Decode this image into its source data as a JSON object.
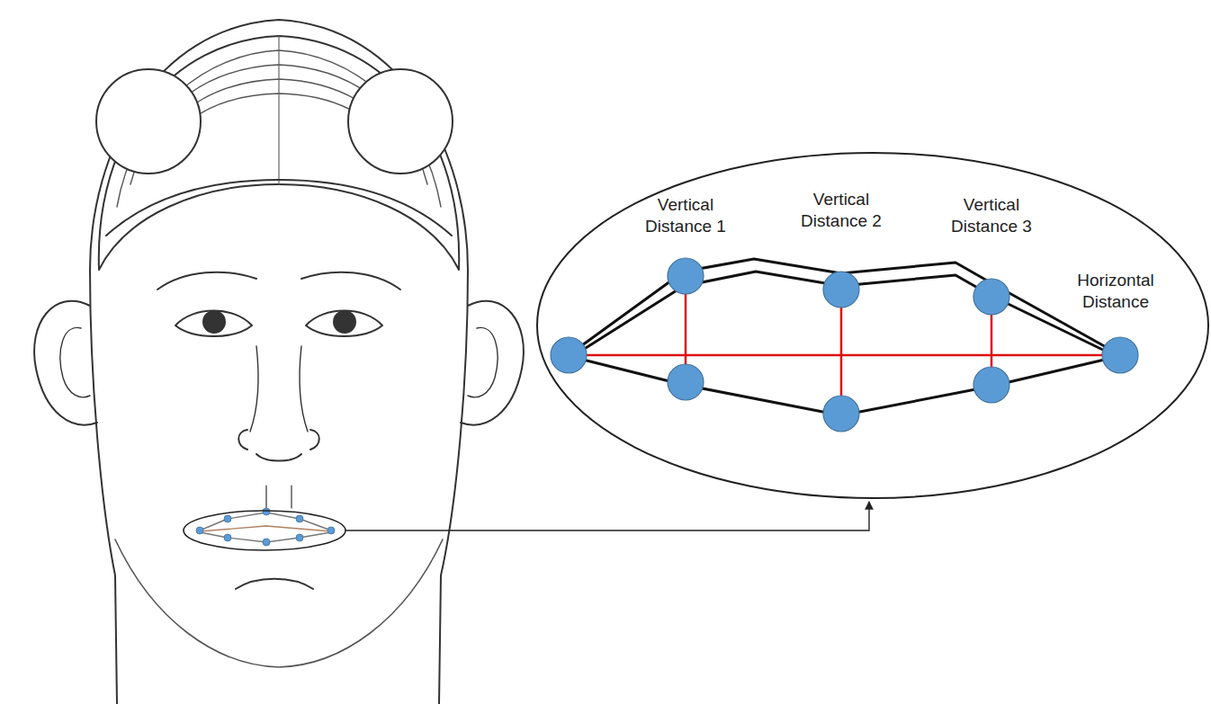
{
  "diagram": {
    "labels": [
      "Vertical Distance 1",
      "Vertical Distance 2",
      "Vertical Distance 3",
      "Horizontal Distance"
    ]
  }
}
